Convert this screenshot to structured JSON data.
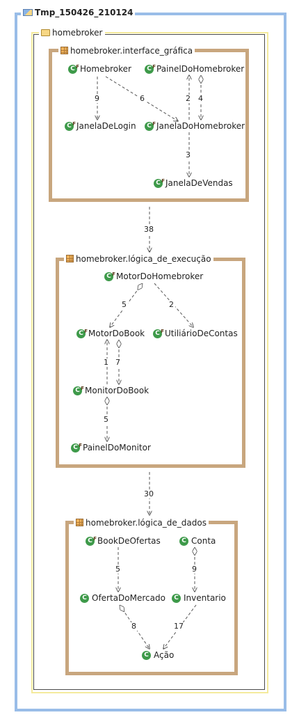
{
  "project": {
    "title": "Tmp_150426_210124",
    "folder": "homebroker"
  },
  "packages": {
    "interface": {
      "title": "homebroker.interface_gráfica",
      "classes": {
        "homebroker": "Homebroker",
        "painel": "PainelDoHomebroker",
        "login": "JanelaDeLogin",
        "janela": "JanelaDoHomebroker",
        "vendas": "JanelaDeVendas"
      },
      "edges": {
        "home_login": "9",
        "home_janela": "6",
        "painel_janela_up": "2",
        "painel_janela_down": "4",
        "janela_vendas": "3"
      }
    },
    "execucao": {
      "title": "homebroker.lógica_de_execução",
      "classes": {
        "motor": "MotorDoHomebroker",
        "book": "MotorDoBook",
        "contas": "UtiliárioDeContas",
        "monitor": "MonitorDoBook",
        "painel": "PainelDoMonitor"
      },
      "edges": {
        "motor_book": "5",
        "motor_contas": "2",
        "monitor_book_up": "1",
        "book_monitor_down": "7",
        "monitor_painel": "5"
      }
    },
    "dados": {
      "title": "homebroker.lógica_de_dados",
      "classes": {
        "bookofertas": "BookDeOfertas",
        "conta": "Conta",
        "oferta": "OfertaDoMercado",
        "inventario": "Inventario",
        "acao": "Ação"
      },
      "edges": {
        "book_oferta": "5",
        "conta_inventario": "9",
        "oferta_acao": "8",
        "inventario_acao": "17"
      }
    }
  },
  "package_edges": {
    "interface_execucao": "38",
    "execucao_dados": "30"
  },
  "colors": {
    "project_border": "#99bde8",
    "folder_border": "#f4ea9c",
    "package_border": "#c8a67e",
    "class_icon": "#3e9a4a",
    "edge": "#555555"
  }
}
